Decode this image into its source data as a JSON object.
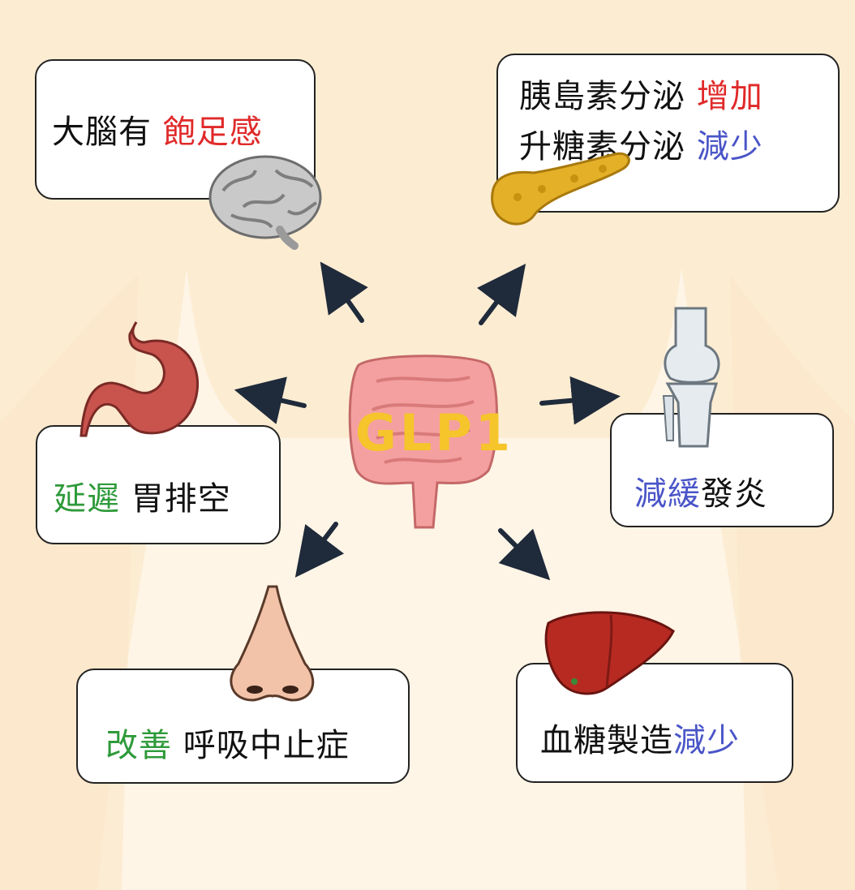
{
  "center": {
    "label": "GLP1"
  },
  "boxes": {
    "brain": {
      "text": "大腦有",
      "highlight": "飽足感"
    },
    "pancreas": {
      "line1_text": "胰島素分泌",
      "line1_highlight": "增加",
      "line2_text": "升糖素分泌",
      "line2_highlight": "減少"
    },
    "stomach": {
      "highlight": "延遲",
      "text": "胃排空"
    },
    "knee": {
      "highlight": "減緩",
      "text": "發炎"
    },
    "nose": {
      "highlight": "改善",
      "text": "呼吸中止症"
    },
    "liver": {
      "text": "血糖製造",
      "highlight": "減少"
    }
  },
  "colors": {
    "increase": "#e02a2a",
    "decrease": "#4a55c8",
    "improve": "#2e9a3a",
    "background": "#fdf0d8"
  },
  "icons": [
    "intestine-icon",
    "brain-icon",
    "pancreas-icon",
    "stomach-icon",
    "knee-icon",
    "nose-icon",
    "liver-icon"
  ]
}
